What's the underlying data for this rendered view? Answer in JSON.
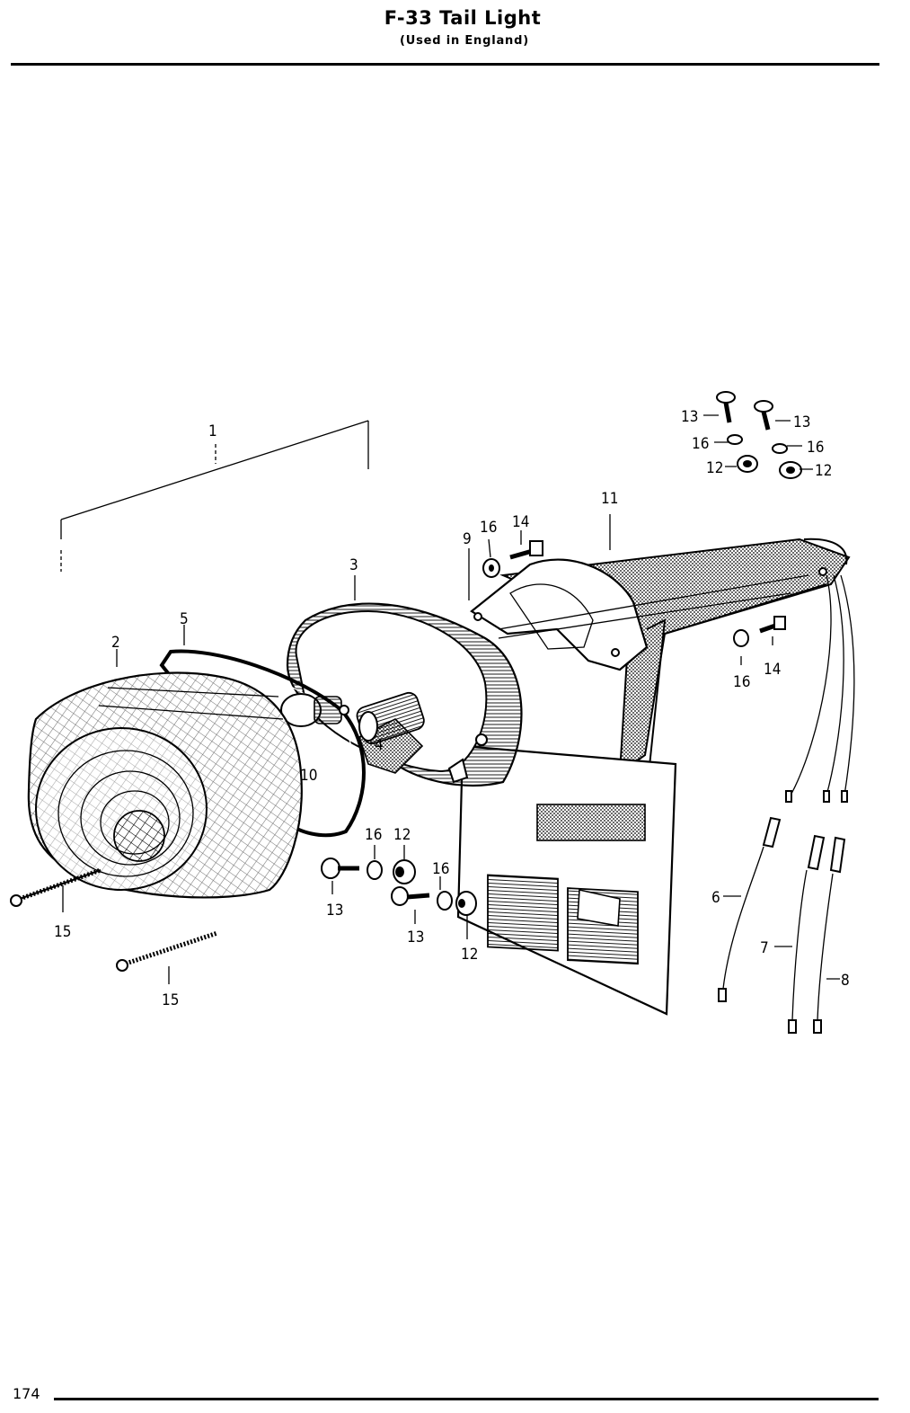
{
  "header": {
    "title": "F-33   Tail Light",
    "subtitle": "(Used in England)"
  },
  "footer": {
    "page_number": "174"
  },
  "callouts": {
    "c1": "1",
    "c2": "2",
    "c3": "3",
    "c4": "4",
    "c5": "5",
    "c6": "6",
    "c7": "7",
    "c8": "8",
    "c9": "9",
    "c10": "10",
    "c11": "11",
    "c12a": "12",
    "c12b": "12",
    "c12c": "12",
    "c12d": "12",
    "c13a": "13",
    "c13b": "13",
    "c13c": "13",
    "c13d": "13",
    "c14a": "14",
    "c14b": "14",
    "c15a": "15",
    "c15b": "15",
    "c16a": "16",
    "c16b": "16",
    "c16c": "16",
    "c16d": "16",
    "c16e": "16",
    "c16f": "16"
  }
}
